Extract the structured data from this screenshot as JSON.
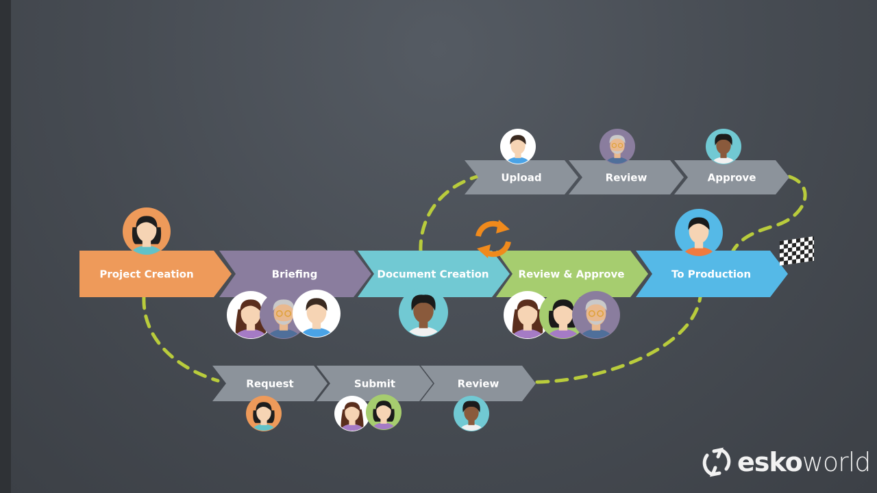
{
  "main_steps": [
    {
      "label": "Project Creation",
      "color": "#ee9a5a"
    },
    {
      "label": "Briefing",
      "color": "#8a7d9e"
    },
    {
      "label": "Document Creation",
      "color": "#71c9d3"
    },
    {
      "label": "Review & Approve",
      "color": "#a6cd6f"
    },
    {
      "label": "To Production",
      "color": "#55b9e7"
    }
  ],
  "top_branch": [
    {
      "label": "Upload"
    },
    {
      "label": "Review"
    },
    {
      "label": "Approve"
    }
  ],
  "bottom_branch": [
    {
      "label": "Request"
    },
    {
      "label": "Submit"
    },
    {
      "label": "Review"
    }
  ],
  "colors": {
    "branch_arrow": "#8c939b",
    "dashed_path": "#b9cc3c",
    "cycle_icon": "#f08a1c"
  },
  "logo": {
    "text_bold": "esko",
    "text_light": "world"
  }
}
